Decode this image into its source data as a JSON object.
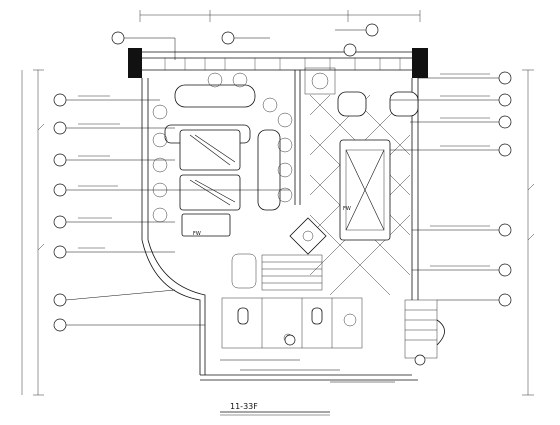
{
  "drawing": {
    "title": "11-33F"
  },
  "notes": {
    "note_a": "FW",
    "note_b": "FW"
  },
  "colors": {
    "ink": "#111111",
    "paper": "#ffffff"
  }
}
